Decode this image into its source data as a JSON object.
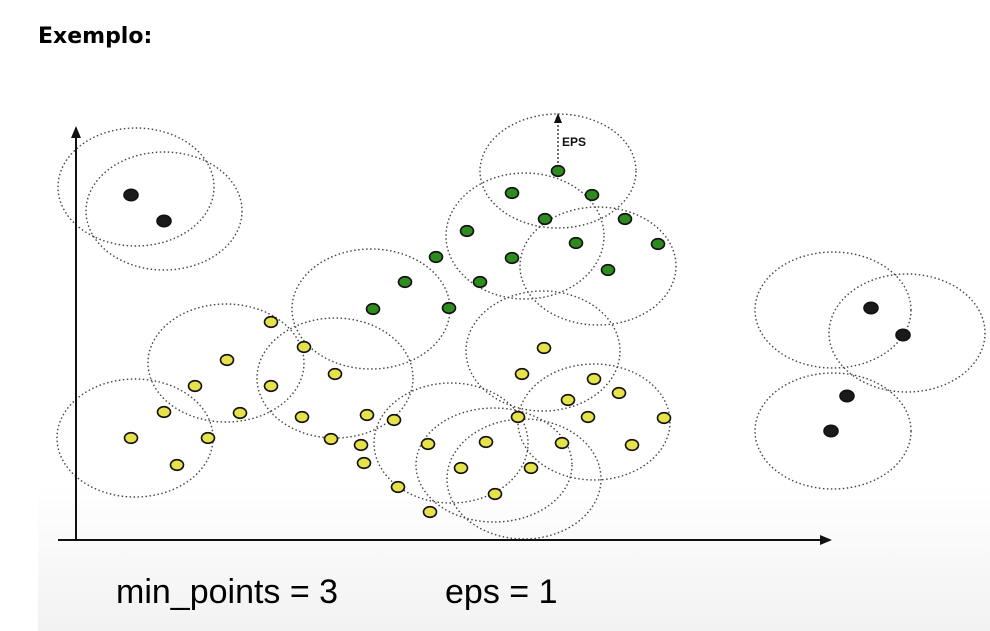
{
  "heading": "Exemplo:",
  "arrow_label": "EPS",
  "params": {
    "min_points": "min_points = 3",
    "eps": "eps = 1"
  },
  "colors": {
    "core_cluster_a": "#2e8b1e",
    "cluster_b": "#e6e24a",
    "noise": "#1a1a1a",
    "circle": "#444444"
  },
  "groups": [
    {
      "name": "noise-top-left",
      "color": "#1a1a1a"
    },
    {
      "name": "cluster-green",
      "color": "#2e8b1e"
    },
    {
      "name": "cluster-yellow",
      "color": "#e6e24a"
    },
    {
      "name": "noise-right",
      "color": "#1a1a1a"
    }
  ]
}
